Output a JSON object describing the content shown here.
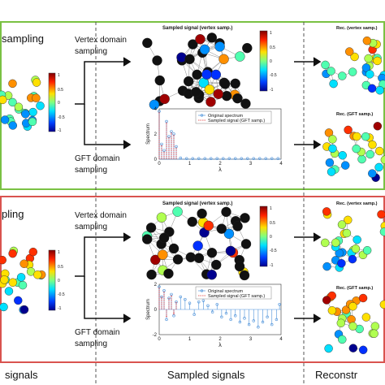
{
  "panels": [
    {
      "id": "top",
      "border_color": "#7ac143",
      "left_label": "sampling",
      "vertex_label": [
        "Vertex domain",
        "sampling"
      ],
      "gft_label": [
        "GFT domain",
        "sampling"
      ],
      "graph_title": "Sampled signal (vertex samp.)",
      "colorbar_ticks": [
        "1",
        "0.5",
        "0",
        "-0.5",
        "-1"
      ],
      "rec_titles": [
        "Rec. (vertex samp.)",
        "Rec. (GFT samp.)"
      ],
      "spectrum": {
        "type": "stem",
        "ylabel": "Spectrum",
        "xlabel": "λ",
        "ylim": [
          0,
          4
        ],
        "xlim": [
          0,
          4
        ],
        "yticks": [
          "4",
          "2",
          "0"
        ],
        "xticks": [
          "0",
          "1",
          "2",
          "3",
          "4"
        ],
        "legend": [
          "Original spectrum",
          "Sampled signal (GFT samp.)"
        ],
        "original": [
          [
            0.0,
            3.8
          ],
          [
            0.08,
            1.2
          ],
          [
            0.16,
            0.7
          ],
          [
            0.24,
            3.0
          ],
          [
            0.32,
            1.8
          ],
          [
            0.4,
            2.2
          ],
          [
            0.48,
            2.0
          ],
          [
            0.56,
            1.0
          ],
          [
            0.7,
            0.1
          ],
          [
            0.9,
            0.05
          ],
          [
            1.1,
            0.05
          ],
          [
            1.3,
            0.05
          ],
          [
            1.5,
            0.05
          ],
          [
            1.7,
            0.05
          ],
          [
            1.9,
            0.05
          ],
          [
            2.1,
            0.05
          ],
          [
            2.3,
            0.05
          ],
          [
            2.5,
            0.05
          ],
          [
            2.7,
            0.05
          ],
          [
            2.9,
            0.05
          ],
          [
            3.1,
            0.05
          ],
          [
            3.3,
            0.05
          ],
          [
            3.5,
            0.05
          ],
          [
            3.7,
            0.05
          ],
          [
            3.9,
            0.05
          ]
        ],
        "sampled": [
          [
            0.0,
            3.6
          ],
          [
            0.08,
            1.0
          ],
          [
            0.16,
            0.5
          ],
          [
            0.24,
            2.8
          ],
          [
            0.32,
            1.6
          ],
          [
            0.4,
            2.0
          ],
          [
            0.48,
            1.8
          ],
          [
            0.56,
            0.8
          ]
        ]
      }
    },
    {
      "id": "bottom",
      "border_color": "#d9534f",
      "left_label": "pling",
      "vertex_label": [
        "Vertex domain",
        "sampling"
      ],
      "gft_label": [
        "GFT domain",
        "sampling"
      ],
      "graph_title": "Sampled signal (vertex samp.)",
      "colorbar_ticks": [
        "1",
        "0.5",
        "0",
        "-0.5",
        "-1"
      ],
      "rec_titles": [
        "Rec. (vertex samp.)",
        "Rec. (GFT samp.)"
      ],
      "spectrum": {
        "type": "stem",
        "ylabel": "Spectrum",
        "xlabel": "λ",
        "ylim": [
          -2,
          2
        ],
        "xlim": [
          0,
          4
        ],
        "yticks": [
          "2",
          "0",
          "-2"
        ],
        "xticks": [
          "0",
          "1",
          "2",
          "3",
          "4"
        ],
        "legend": [
          "Original spectrum",
          "Sampled signal (GFT samp.)"
        ],
        "original": [
          [
            0.0,
            1.8
          ],
          [
            0.08,
            1.0
          ],
          [
            0.16,
            1.5
          ],
          [
            0.24,
            -0.8
          ],
          [
            0.32,
            0.9
          ],
          [
            0.4,
            1.2
          ],
          [
            0.48,
            -0.5
          ],
          [
            0.56,
            0.6
          ],
          [
            0.7,
            1.0
          ],
          [
            0.85,
            0.8
          ],
          [
            1.0,
            0.5
          ],
          [
            1.15,
            -0.4
          ],
          [
            1.3,
            0.6
          ],
          [
            1.45,
            0.7
          ],
          [
            1.6,
            0.3
          ],
          [
            1.75,
            -0.2
          ],
          [
            1.9,
            0.4
          ],
          [
            2.05,
            -0.6
          ],
          [
            2.2,
            -0.3
          ],
          [
            2.35,
            -0.8
          ],
          [
            2.5,
            -0.5
          ],
          [
            2.65,
            -1.0
          ],
          [
            2.8,
            -0.7
          ],
          [
            2.95,
            -1.2
          ],
          [
            3.1,
            -0.9
          ],
          [
            3.25,
            -1.4
          ],
          [
            3.4,
            -1.0
          ],
          [
            3.55,
            -0.6
          ],
          [
            3.7,
            -1.2
          ],
          [
            3.85,
            -0.8
          ],
          [
            3.95,
            0.4
          ]
        ],
        "sampled": [
          [
            0.0,
            1.6
          ],
          [
            0.08,
            0.9
          ],
          [
            0.16,
            1.3
          ],
          [
            0.24,
            -0.6
          ],
          [
            0.32,
            0.8
          ],
          [
            0.4,
            1.0
          ],
          [
            0.48,
            -0.4
          ],
          [
            0.56,
            0.5
          ]
        ]
      }
    }
  ],
  "bottom_labels": [
    "signals",
    "Sampled signals",
    "Reconstr"
  ],
  "colors": {
    "panel_top": "#7ac143",
    "panel_bottom": "#d9534f",
    "original_stem": "#4a90d9",
    "sampled_stem": "#e03030",
    "divider": "#555555"
  }
}
